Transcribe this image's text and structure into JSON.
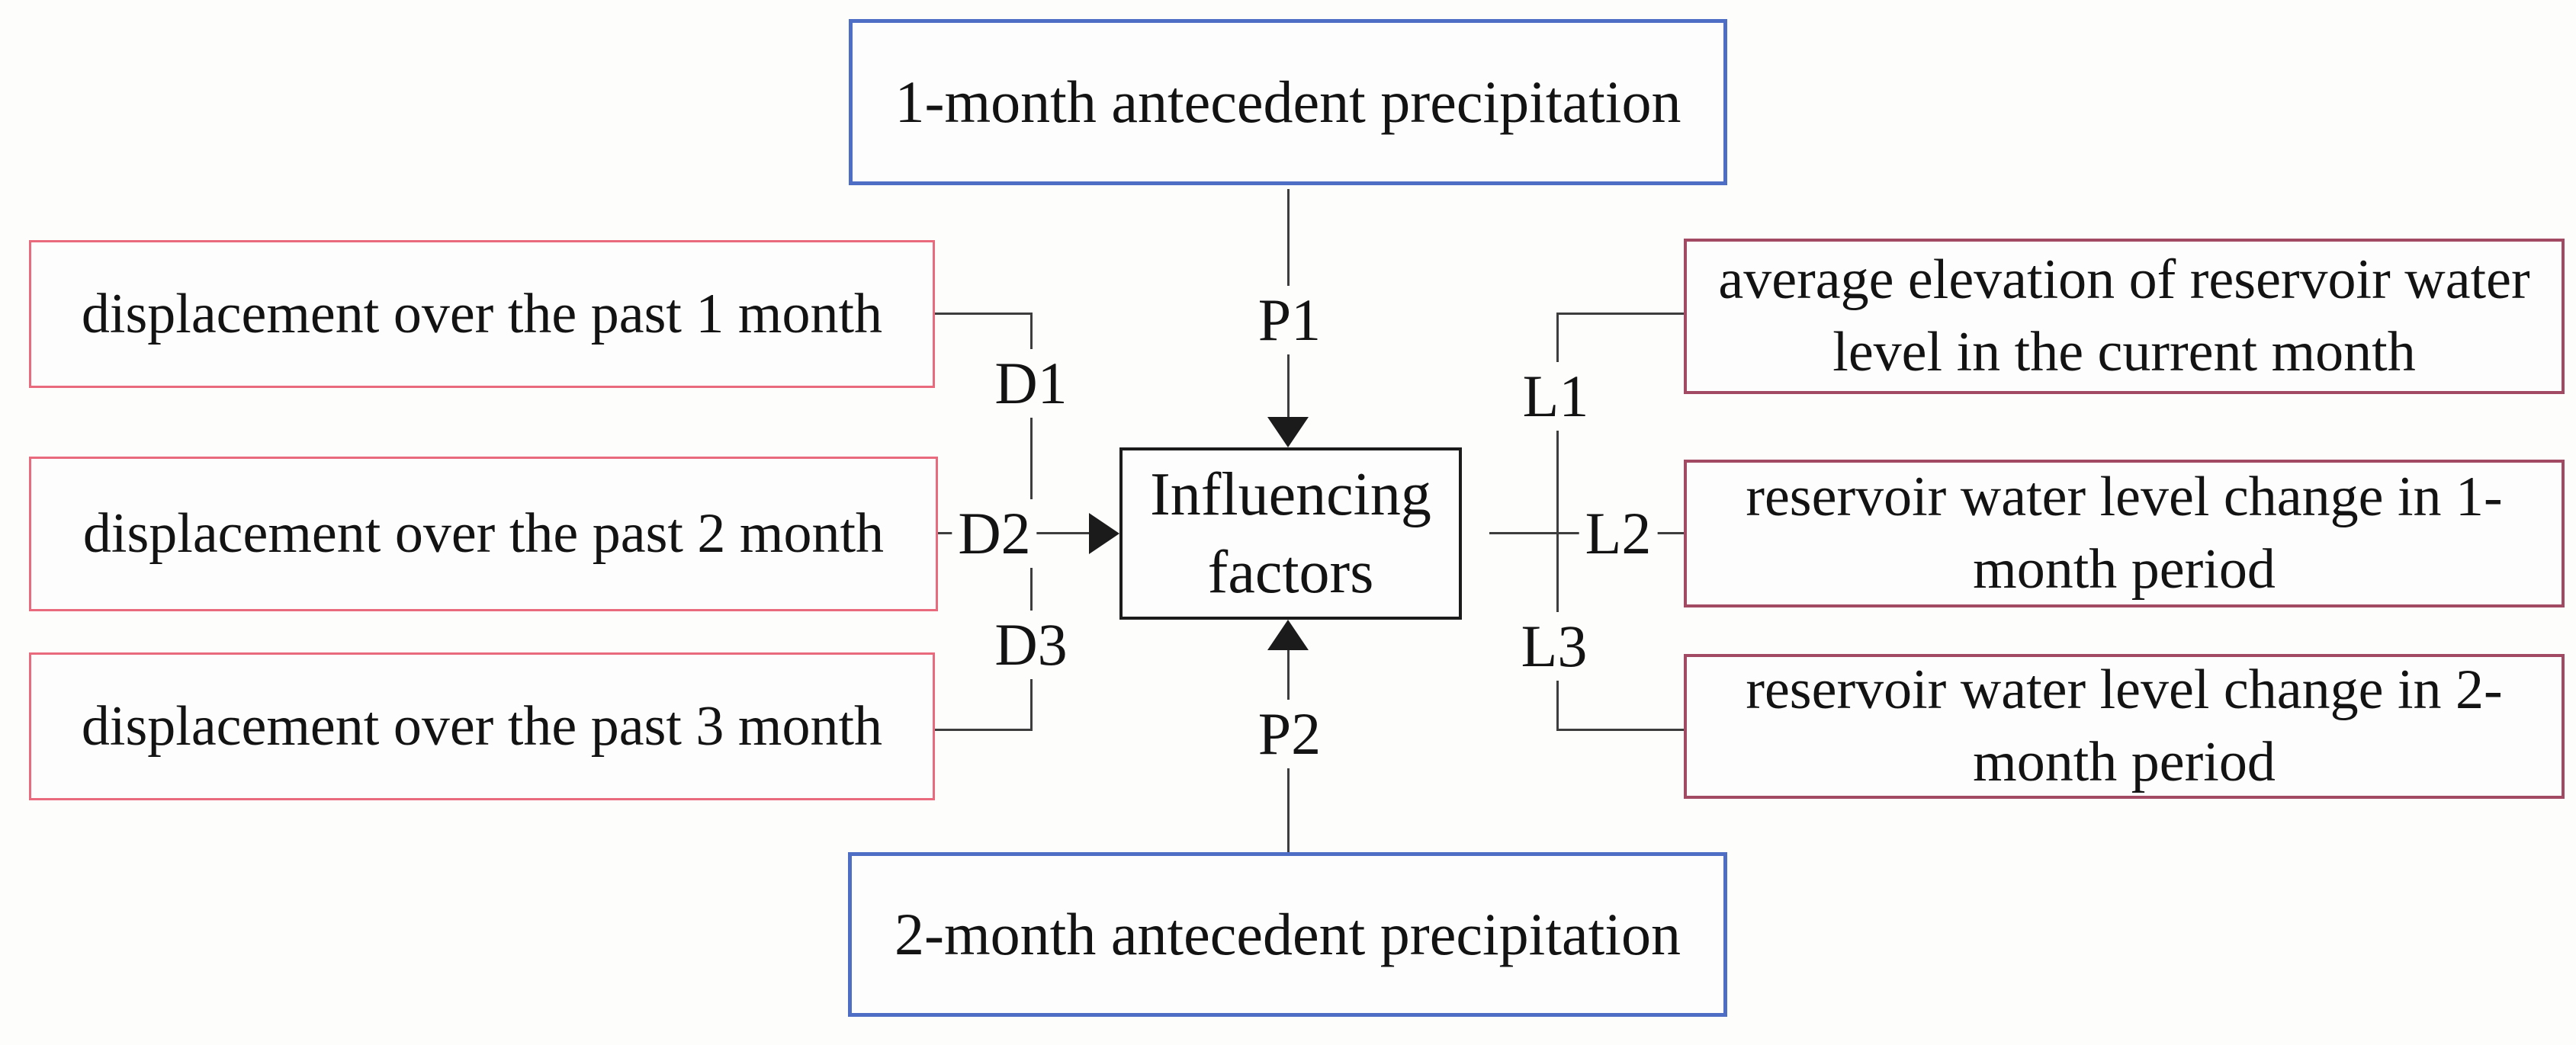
{
  "colors": {
    "bg": "#fdfdfc",
    "blue-border": "#4e6ec6",
    "pink-border": "#e96a7d",
    "maroon-border": "#a24a63",
    "black-border": "#1b1b1b",
    "line": "#3d3d3d",
    "text": "#131313"
  },
  "nodes": {
    "center": {
      "label": "Influencing factors"
    },
    "top": {
      "label": "1-month antecedent precipitation"
    },
    "bottom": {
      "label": "2-month antecedent precipitation"
    },
    "left1": {
      "label": "displacement over the past 1 month"
    },
    "left2": {
      "label": "displacement over the past 2 month"
    },
    "left3": {
      "label": "displacement over the past 3 month"
    },
    "right1": {
      "label": "average elevation of reservoir water level in the current month"
    },
    "right2": {
      "label": "reservoir water level change in 1-month period"
    },
    "right3": {
      "label": "reservoir water level change in 2-month period"
    }
  },
  "edges": {
    "p1": "P1",
    "p2": "P2",
    "d1": "D1",
    "d2": "D2",
    "d3": "D3",
    "l1": "L1",
    "l2": "L2",
    "l3": "L3"
  }
}
